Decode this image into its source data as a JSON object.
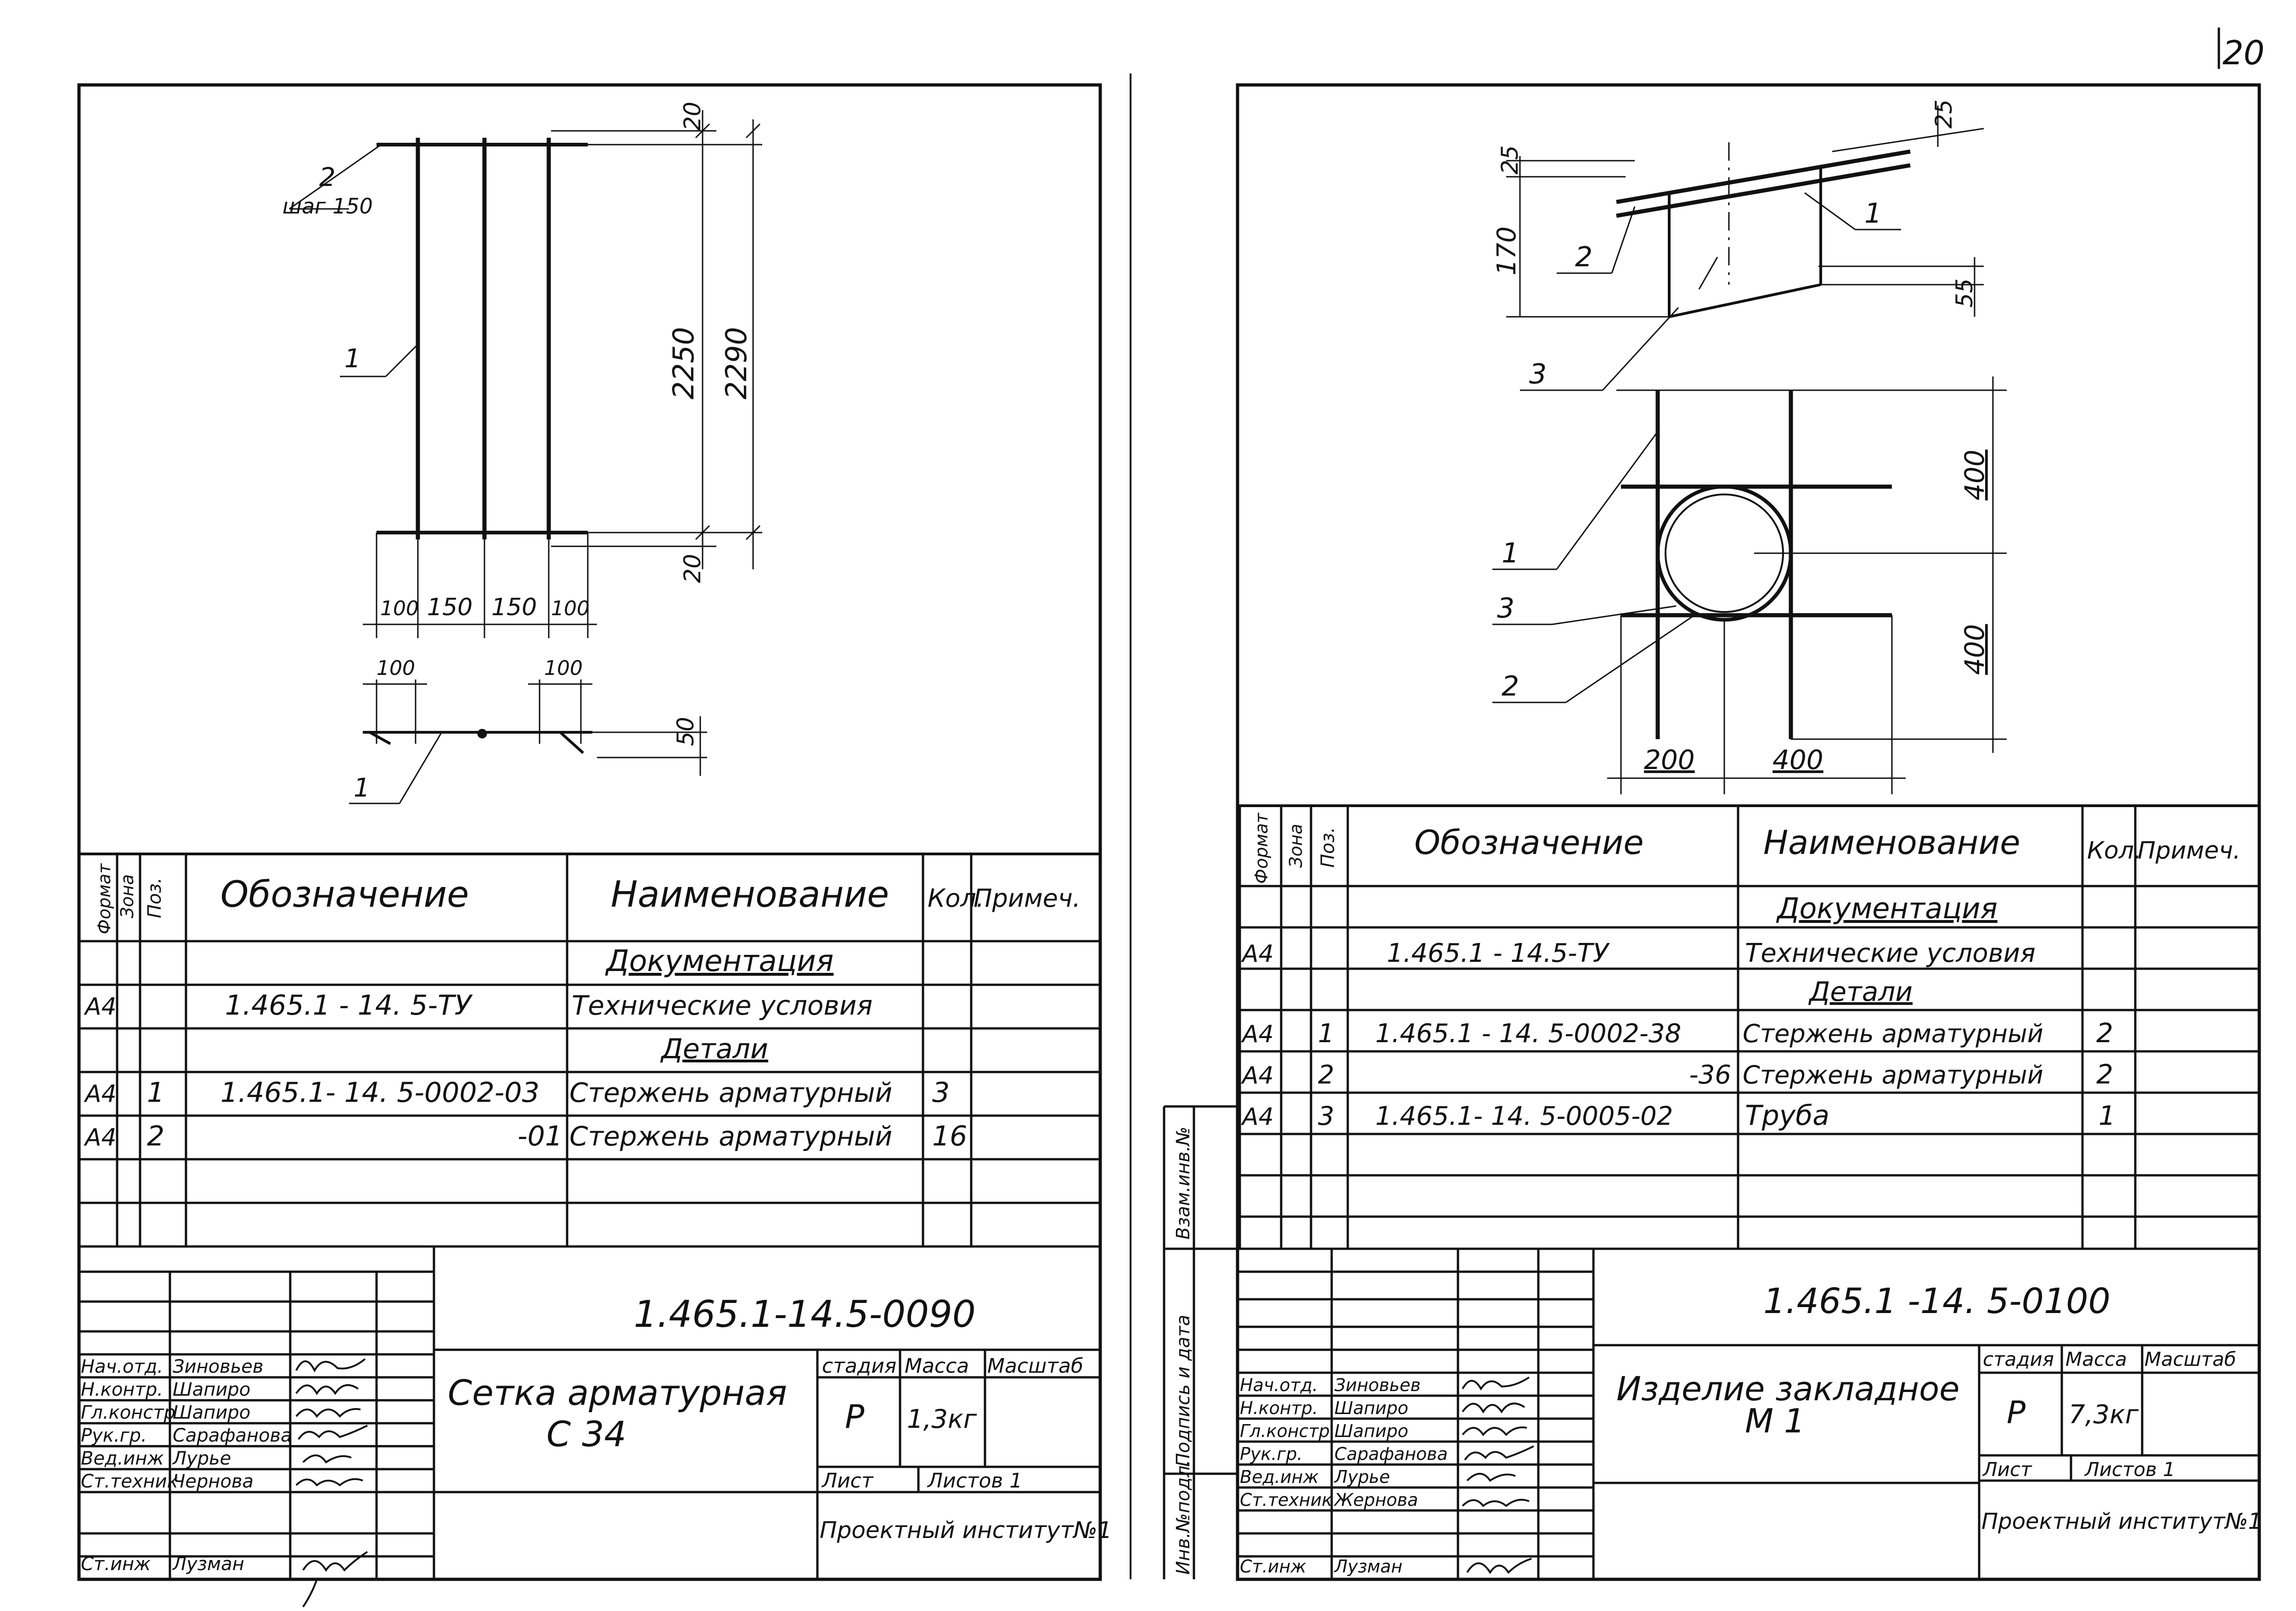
{
  "page_number": "20",
  "left_sheet": {
    "drawing": {
      "pos_label_2": "2",
      "step_label": "шаг 150",
      "pos_label_1a": "1",
      "pos_label_1b": "1",
      "dim_top": "20",
      "dim_bottom": "20",
      "dim_2250": "2250",
      "dim_2290": "2290",
      "dim_bottom_row": [
        "100",
        "150",
        "150",
        "100"
      ],
      "dim_section_left": "100",
      "dim_section_right": "100",
      "dim_section_height": "50"
    },
    "spec": {
      "headers": {
        "format": "Формат",
        "zone": "Зона",
        "pos": "Поз.",
        "designation": "Обозначение",
        "name": "Наименование",
        "qty": "Кол.",
        "note": "Примеч."
      },
      "rows": [
        {
          "format": "",
          "pos": "",
          "designation": "",
          "name": "Документация",
          "qty": ""
        },
        {
          "format": "А4",
          "pos": "",
          "designation": "1.465.1 - 14. 5-ТУ",
          "name": "Технические условия",
          "qty": ""
        },
        {
          "format": "",
          "pos": "",
          "designation": "",
          "name": "Детали",
          "qty": ""
        },
        {
          "format": "А4",
          "pos": "1",
          "designation": "1.465.1- 14. 5-0002-03",
          "name": "Стержень арматурный",
          "qty": "3"
        },
        {
          "format": "А4",
          "pos": "2",
          "designation": "-01",
          "name": "Стержень арматурный",
          "qty": "16"
        },
        {
          "format": "",
          "pos": "",
          "designation": "",
          "name": "",
          "qty": ""
        },
        {
          "format": "",
          "pos": "",
          "designation": "",
          "name": "",
          "qty": ""
        }
      ]
    },
    "title_block": {
      "code": "1.465.1-14.5-0090",
      "name_line1": "Сетка арматурная",
      "name_line2": "С 34",
      "stage_h": "стадия",
      "mass_h": "Масса",
      "scale_h": "Масштаб",
      "stage": "Р",
      "mass": "1,3кг",
      "sheet_h": "Лист",
      "sheets_h": "Листов 1",
      "org": "Проектный институт№1",
      "people": [
        {
          "role": "Нач.отд.",
          "name": "Зиновьев"
        },
        {
          "role": "Н.контр.",
          "name": "Шапиро"
        },
        {
          "role": "Гл.констр",
          "name": "Шапиро"
        },
        {
          "role": "Рук.гр.",
          "name": "Сарафанова"
        },
        {
          "role": "Вед.инж",
          "name": "Лурье"
        },
        {
          "role": "Ст.техник",
          "name": "Чернова"
        },
        {
          "role": "Ст.инж",
          "name": "Лузман"
        }
      ]
    }
  },
  "right_sheet": {
    "drawing": {
      "dim_25_left": "25",
      "dim_25_right": "25",
      "dim_170": "170",
      "dim_55": "55",
      "label_1_top": "1",
      "label_2_top": "2",
      "label_3_top": "3",
      "label_1_plan": "1",
      "label_3_plan": "3",
      "label_2_plan": "2",
      "dim_400_upper": "400",
      "dim_400_lower": "400",
      "dim_200": "200",
      "dim_400_bottom": "400"
    },
    "side_stamps": [
      "Взам.инв.№",
      "Подпись и дата",
      "Инв.№подл."
    ],
    "spec": {
      "headers": {
        "format": "Формат",
        "zone": "Зона",
        "pos": "Поз.",
        "designation": "Обозначение",
        "name": "Наименование",
        "qty": "Кол.",
        "note": "Примеч."
      },
      "rows": [
        {
          "format": "",
          "pos": "",
          "designation": "",
          "name": "Документация",
          "qty": ""
        },
        {
          "format": "А4",
          "pos": "",
          "designation": "1.465.1 - 14.5-ТУ",
          "name": "Технические условия",
          "qty": ""
        },
        {
          "format": "",
          "pos": "",
          "designation": "",
          "name": "Детали",
          "qty": ""
        },
        {
          "format": "А4",
          "pos": "1",
          "designation": "1.465.1 - 14. 5-0002-38",
          "name": "Стержень арматурный",
          "qty": "2"
        },
        {
          "format": "А4",
          "pos": "2",
          "designation": "-36",
          "name": "Стержень арматурный",
          "qty": "2"
        },
        {
          "format": "А4",
          "pos": "3",
          "designation": "1.465.1- 14. 5-0005-02",
          "name": "Труба",
          "qty": "1"
        },
        {
          "format": "",
          "pos": "",
          "designation": "",
          "name": "",
          "qty": ""
        }
      ]
    },
    "title_block": {
      "code": "1.465.1 -14. 5-0100",
      "name_line1": "Изделие закладное",
      "name_line2": "М 1",
      "stage_h": "стадия",
      "mass_h": "Масса",
      "scale_h": "Масштаб",
      "stage": "Р",
      "mass": "7,3кг",
      "sheet_h": "Лист",
      "sheets_h": "Листов 1",
      "org": "Проектный институт№1",
      "people": [
        {
          "role": "Нач.отд.",
          "name": "Зиновьев"
        },
        {
          "role": "Н.контр.",
          "name": "Шапиро"
        },
        {
          "role": "Гл.констр",
          "name": "Шапиро"
        },
        {
          "role": "Рук.гр.",
          "name": "Сарафанова"
        },
        {
          "role": "Вед.инж",
          "name": "Лурье"
        },
        {
          "role": "Ст.техник",
          "name": "Жернова"
        },
        {
          "role": "Ст.инж",
          "name": "Лузман"
        }
      ]
    }
  }
}
